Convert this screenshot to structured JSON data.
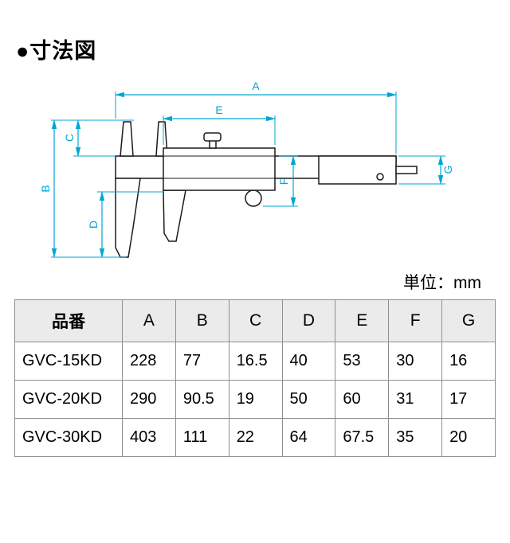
{
  "header": {
    "title": "●寸法図"
  },
  "diagram": {
    "line_color": "#00A6D3",
    "body_color": "#1b1b1b",
    "labels": {
      "A": "A",
      "B": "B",
      "C": "C",
      "D": "D",
      "E": "E",
      "F": "F",
      "G": "G"
    }
  },
  "table": {
    "unit_label": "単位：mm",
    "headers": [
      "品番",
      "A",
      "B",
      "C",
      "D",
      "E",
      "F",
      "G"
    ],
    "rows": [
      {
        "part": "GVC-15KD",
        "values": [
          "228",
          "77",
          "16.5",
          "40",
          "53",
          "30",
          "16"
        ]
      },
      {
        "part": "GVC-20KD",
        "values": [
          "290",
          "90.5",
          "19",
          "50",
          "60",
          "31",
          "17"
        ]
      },
      {
        "part": "GVC-30KD",
        "values": [
          "403",
          "111",
          "22",
          "64",
          "67.5",
          "35",
          "20"
        ]
      }
    ]
  }
}
